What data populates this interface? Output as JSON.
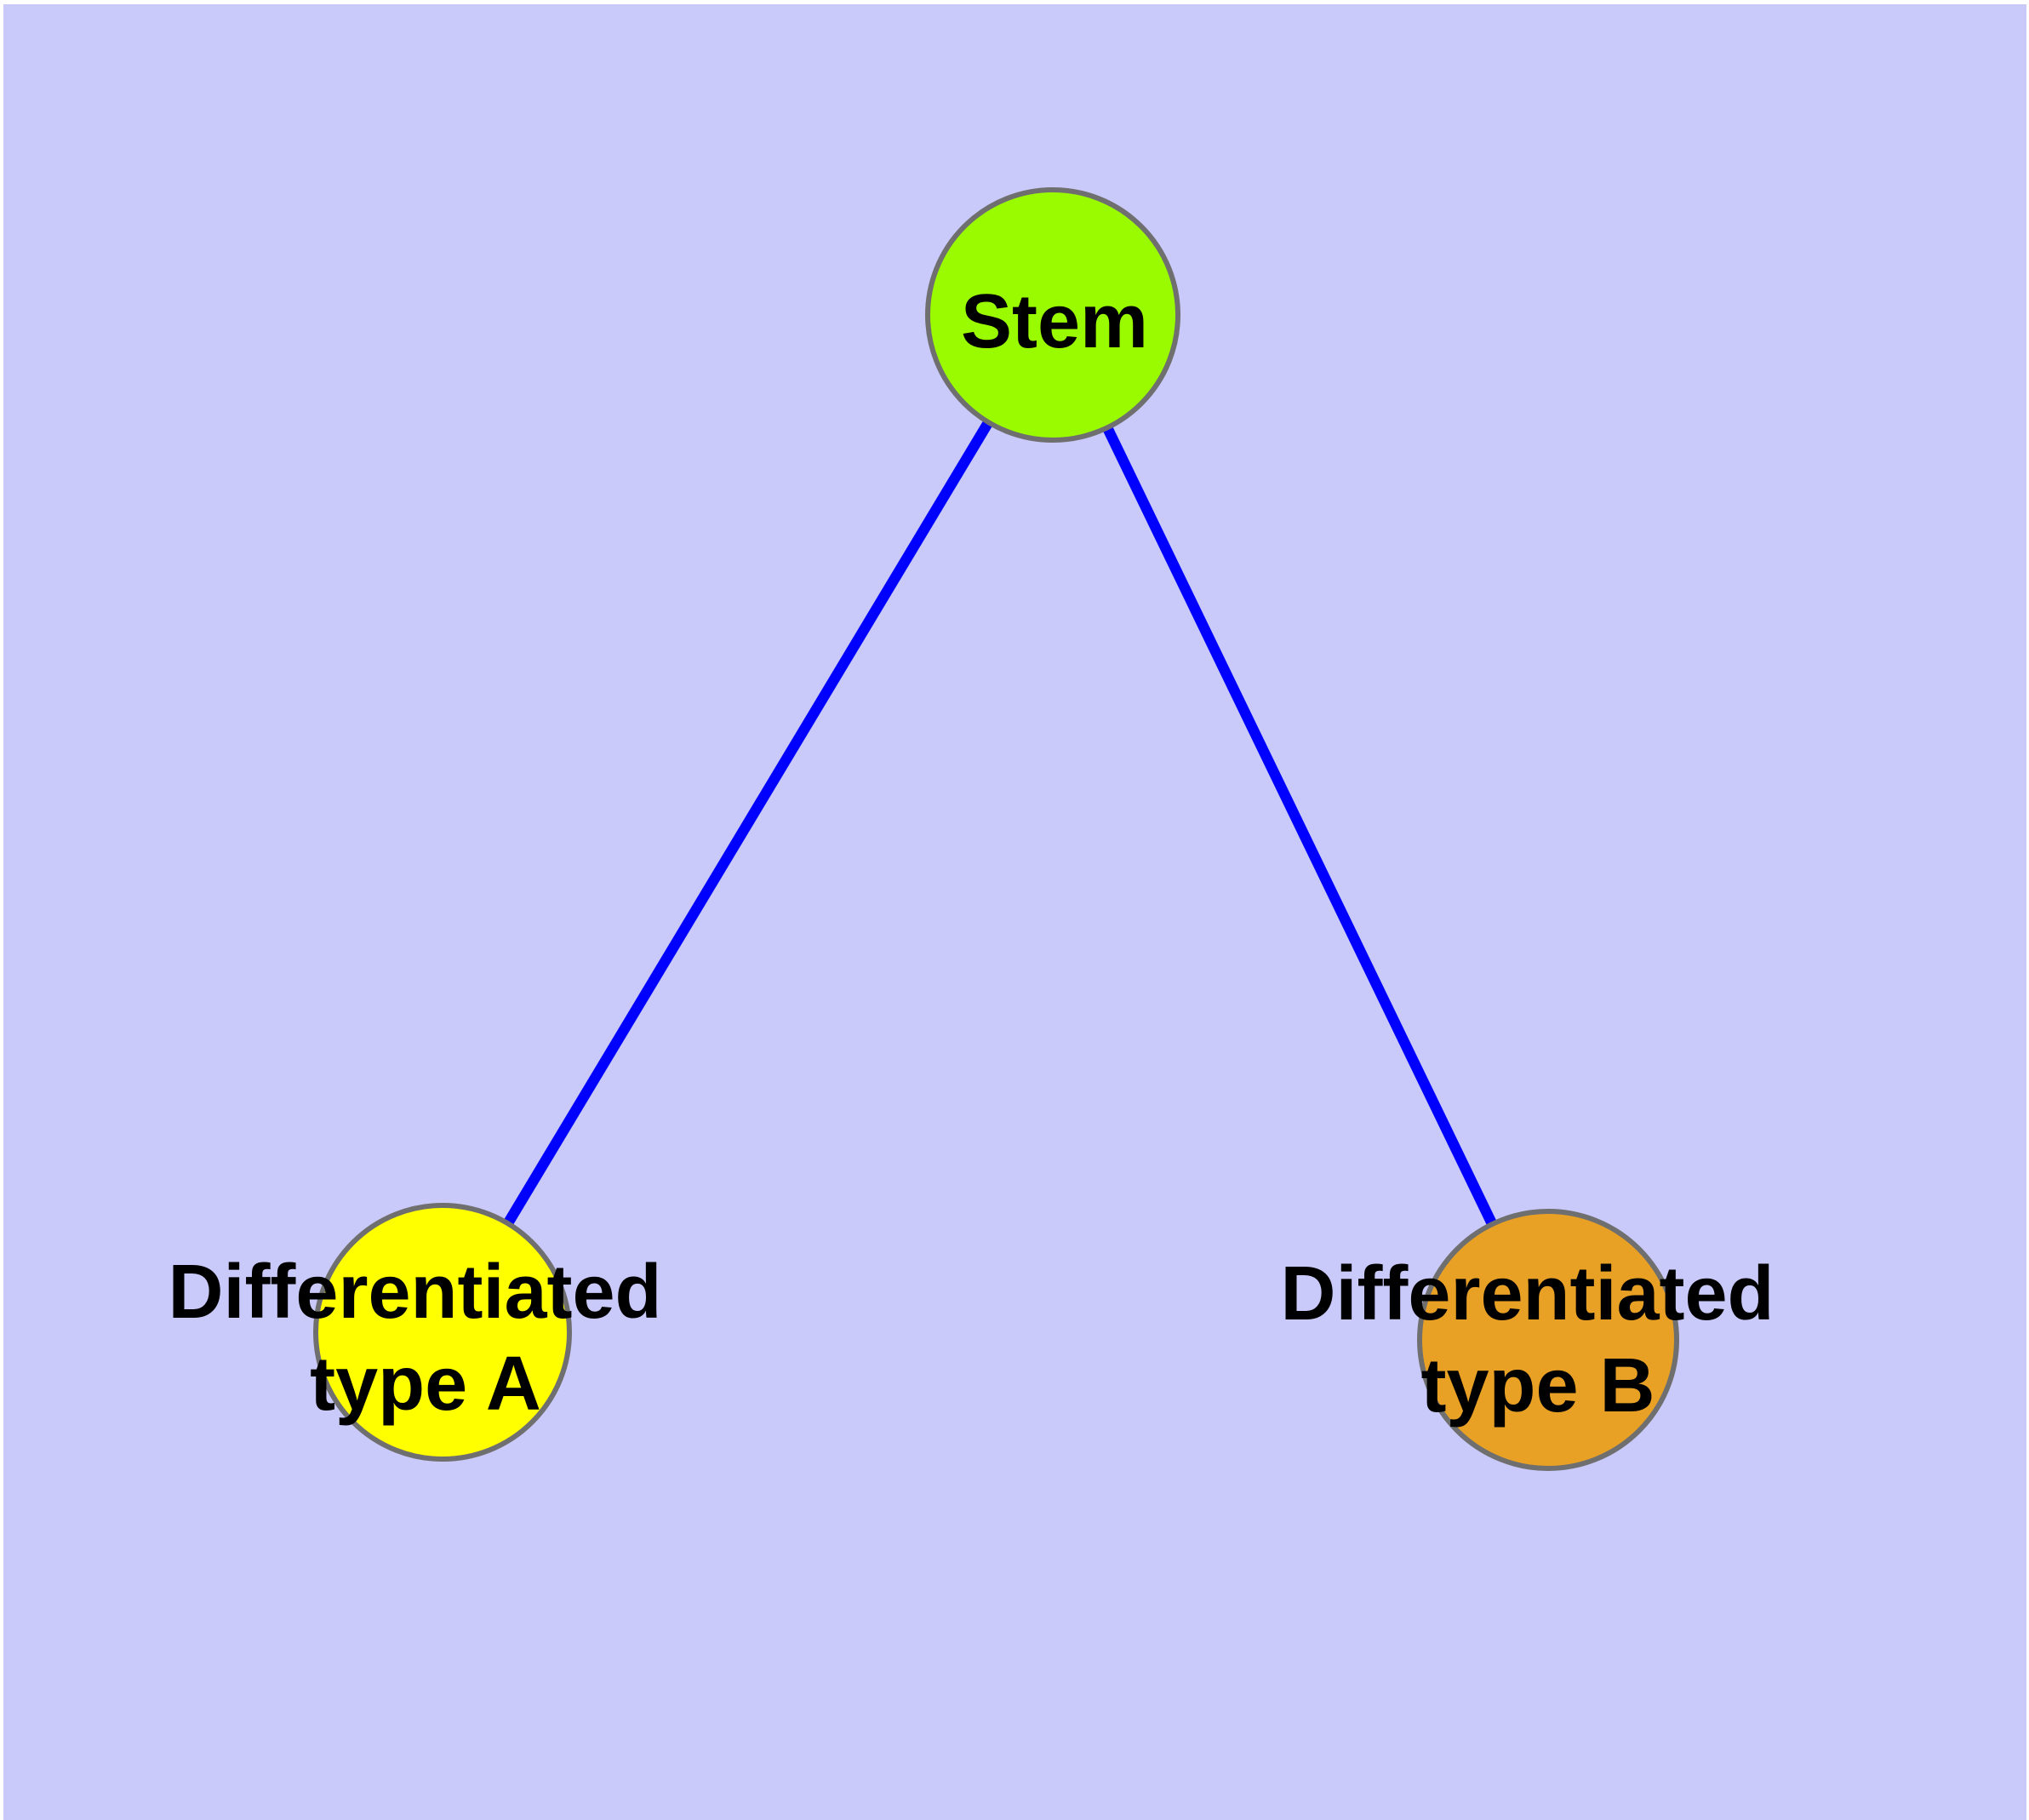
{
  "diagram": {
    "type": "graph",
    "background_color": "#c9c9fa",
    "margin_color": "#ffffff",
    "edge_color": "#0000ff",
    "node_border_color": "#6f6f6f",
    "label_color": "#000000",
    "nodes": [
      {
        "id": "stem",
        "label": "Stem",
        "fill": "#9afb00"
      },
      {
        "id": "differentiated-type-a",
        "label": "Differentiated type A",
        "label_line1": "Differentiated",
        "label_line2": "type A",
        "fill": "#ffff00"
      },
      {
        "id": "differentiated-type-b",
        "label": "Differentiated type B",
        "label_line1": "Differentiated",
        "label_line2": "type B",
        "fill": "#e9a125"
      }
    ],
    "edges": [
      {
        "from": "Stem",
        "to": "Differentiated type A"
      },
      {
        "from": "Stem",
        "to": "Differentiated type B"
      }
    ]
  }
}
